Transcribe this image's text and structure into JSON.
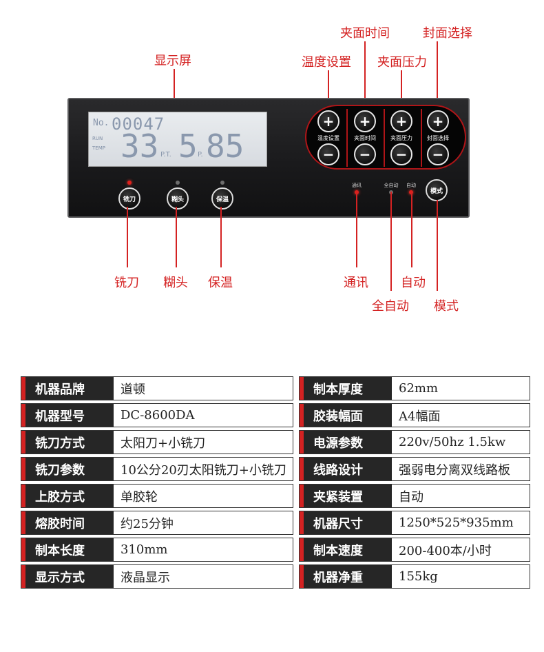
{
  "callouts": {
    "display": "显示屏",
    "temp_set": "温度设置",
    "clamp_time": "夹面时间",
    "clamp_pressure": "夹面压力",
    "cover_select": "封面选择",
    "mill": "铣刀",
    "glue": "糊头",
    "keep_warm": "保温",
    "comm": "通讯",
    "auto": "自动",
    "full_auto": "全自动",
    "mode": "模式"
  },
  "lcd": {
    "no_label": "No.",
    "counter": "00047",
    "tag1": "RUN",
    "tag2": "TEMP",
    "temp_value": "33",
    "pt_label": "P.T.",
    "pt_value": "5",
    "p_label": "P.",
    "p_value": "85"
  },
  "panel": {
    "plus": "+",
    "minus": "−",
    "labels": [
      "温度设置",
      "夹面时间",
      "夹面压力",
      "封面选择"
    ],
    "btn_mill": "铣刀",
    "btn_glue": "糊头",
    "btn_warm": "保温",
    "btn_mode": "模式",
    "ind_comm": "通讯",
    "ind_full_auto": "全自动",
    "ind_auto": "自动"
  },
  "specs_left": [
    {
      "key": "机器品牌",
      "value": "道顿"
    },
    {
      "key": "机器型号",
      "value": "DC-8600DA"
    },
    {
      "key": "铣刀方式",
      "value": "太阳刀+小铣刀"
    },
    {
      "key": "铣刀参数",
      "value": "10公分20刃太阳铣刀+小铣刀"
    },
    {
      "key": "上胶方式",
      "value": "单胶轮"
    },
    {
      "key": "熔胶时间",
      "value": "约25分钟"
    },
    {
      "key": "制本长度",
      "value": "310mm"
    },
    {
      "key": "显示方式",
      "value": "液晶显示"
    }
  ],
  "specs_right": [
    {
      "key": "制本厚度",
      "value": "62mm"
    },
    {
      "key": "胶装幅面",
      "value": "A4幅面"
    },
    {
      "key": "电源参数",
      "value": "220v/50hz 1.5kw"
    },
    {
      "key": "线路设计",
      "value": "强弱电分离双线路板"
    },
    {
      "key": "夹紧装置",
      "value": "自动"
    },
    {
      "key": "机器尺寸",
      "value": "1250*525*935mm"
    },
    {
      "key": "制本速度",
      "value": "200-400本/小时"
    },
    {
      "key": "机器净重",
      "value": "155kg"
    }
  ],
  "colors": {
    "accent": "#d42222",
    "panel": "#1a1a1c",
    "lcd": "#dde1e5"
  }
}
